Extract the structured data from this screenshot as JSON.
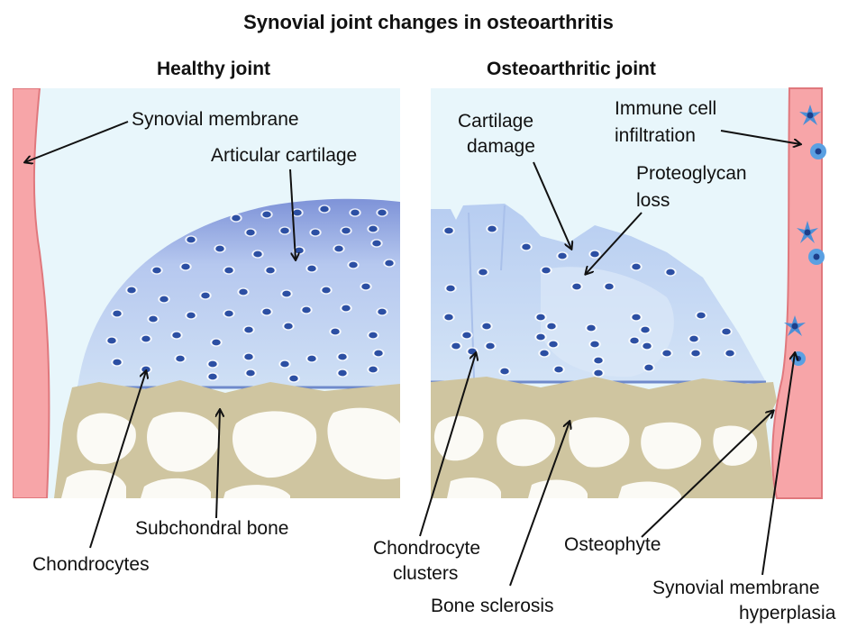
{
  "title": "Synovial joint changes in osteoarthritis",
  "panels": {
    "healthy": {
      "heading": "Healthy joint",
      "labels": {
        "synovial_membrane": "Synovial membrane",
        "articular_cartilage": "Articular cartilage",
        "subchondral_bone": "Subchondral bone",
        "chondrocytes": "Chondrocytes"
      }
    },
    "oa": {
      "heading": "Osteoarthritic joint",
      "labels": {
        "cartilage_damage_1": "Cartilage",
        "cartilage_damage_2": "damage",
        "proteoglycan_loss_1": "Proteoglycan",
        "proteoglycan_loss_2": "loss",
        "immune_cell_1": "Immune cell",
        "immune_cell_2": "infiltration",
        "chondrocyte_clusters_1": "Chondrocyte",
        "chondrocyte_clusters_2": "clusters",
        "osteophyte": "Osteophyte",
        "bone_sclerosis": "Bone sclerosis",
        "synovial_hyperplasia_1": "Synovial membrane",
        "synovial_hyperplasia_2": "hyperplasia"
      }
    }
  },
  "colors": {
    "synovial_fluid": "#e8f6fb",
    "membrane": "#f7a5a8",
    "membrane_edge": "#e0787d",
    "cartilage_top": "#7e93d8",
    "cartilage_bottom": "#cfe0f5",
    "chondrocyte": "#2c4fa3",
    "bone": "#cfc5a0",
    "bone_cell": "#fbfaf5"
  }
}
